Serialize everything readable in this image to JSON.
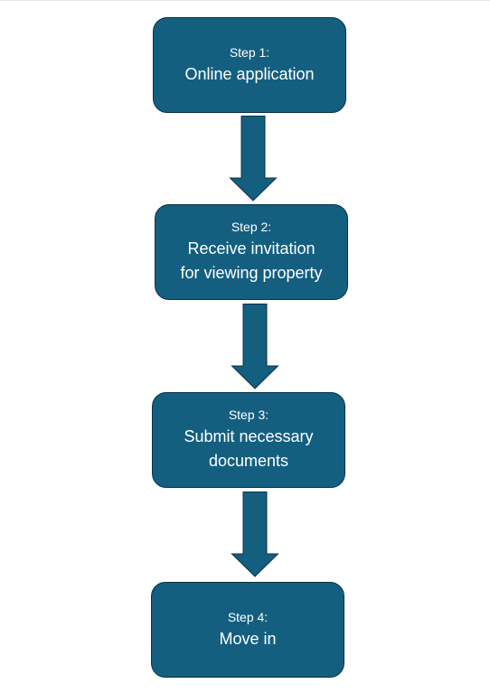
{
  "colors": {
    "box_fill": "#145f80",
    "box_border": "#0b3245",
    "arrow_fill": "#145f80",
    "text": "#ffffff"
  },
  "steps": [
    {
      "label": "Step 1:",
      "lines": [
        "Online application"
      ]
    },
    {
      "label": "Step 2:",
      "lines": [
        "Receive invitation",
        "for viewing property"
      ]
    },
    {
      "label": "Step 3:",
      "lines": [
        "Submit necessary",
        "documents"
      ]
    },
    {
      "label": "Step 4:",
      "lines": [
        "Move in"
      ]
    }
  ]
}
